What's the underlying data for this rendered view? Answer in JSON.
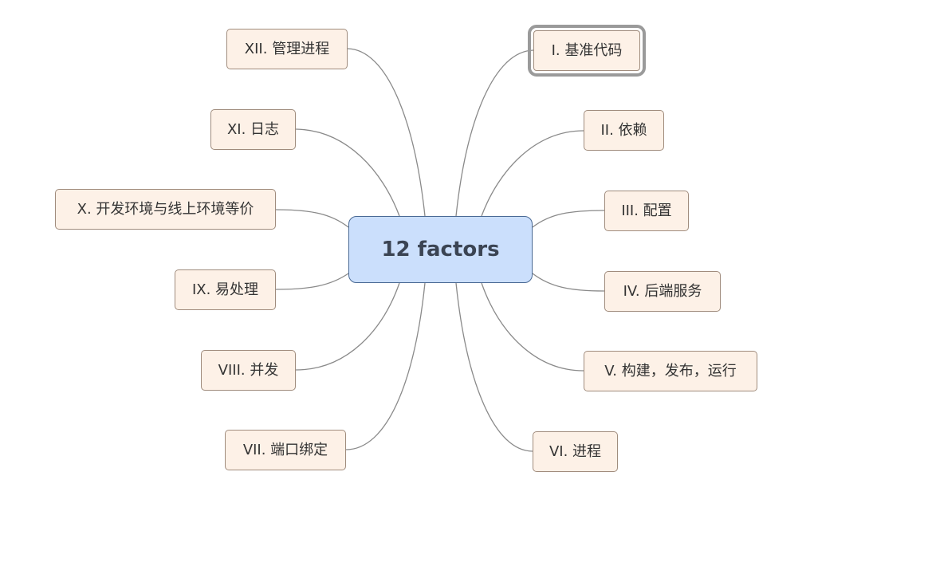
{
  "center": {
    "label": "12 factors"
  },
  "branches": [
    {
      "id": "i",
      "label": "I. 基准代码",
      "selected": true
    },
    {
      "id": "ii",
      "label": "II. 依赖"
    },
    {
      "id": "iii",
      "label": "III. 配置"
    },
    {
      "id": "iv",
      "label": "IV. 后端服务"
    },
    {
      "id": "v",
      "label": "V. 构建，发布，运行"
    },
    {
      "id": "vi",
      "label": "VI. 进程"
    },
    {
      "id": "vii",
      "label": "VII. 端口绑定"
    },
    {
      "id": "viii",
      "label": "VIII. 并发"
    },
    {
      "id": "ix",
      "label": "IX. 易处理"
    },
    {
      "id": "x",
      "label": "X. 开发环境与线上环境等价"
    },
    {
      "id": "xi",
      "label": "XI. 日志"
    },
    {
      "id": "xii",
      "label": "XII. 管理进程"
    }
  ]
}
